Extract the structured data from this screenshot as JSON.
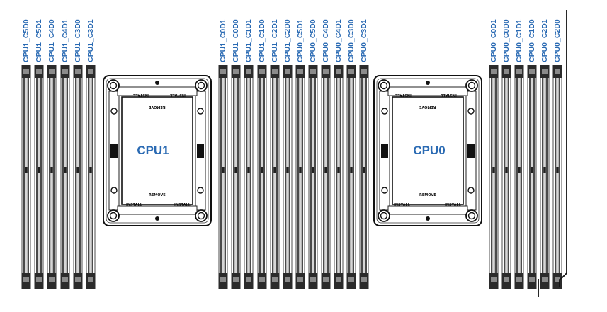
{
  "left_slots": [
    "CPU1_C5D0",
    "CPU1_C5D1",
    "CPU1_C4D0",
    "CPU1_C4D1",
    "CPU1_C3D0",
    "CPU1_C3D1"
  ],
  "center_slots": [
    "CPU1_C0D1",
    "CPU1_C0D0",
    "CPU1_C1D1",
    "CPU1_C1D0",
    "CPU1_C2D1",
    "CPU1_C2D0",
    "CPU0_C5D1",
    "CPU0_C5D0",
    "CPU0_C4D0",
    "CPU0_C4D1",
    "CPU0_C3D0",
    "CPU0_C3D1"
  ],
  "right_slots": [
    "CPU0_C0D1",
    "CPU0_C0D0",
    "CPU0_C1D1",
    "CPU0_C1D0",
    "CPU0_C2D1",
    "CPU0_C2D0"
  ],
  "cpu1": {
    "name": "CPU1",
    "install_label": "INSTALL",
    "remove_label": "REMOVE"
  },
  "cpu0": {
    "name": "CPU0",
    "install_label": "INSTALL",
    "remove_label": "REMOVE"
  }
}
